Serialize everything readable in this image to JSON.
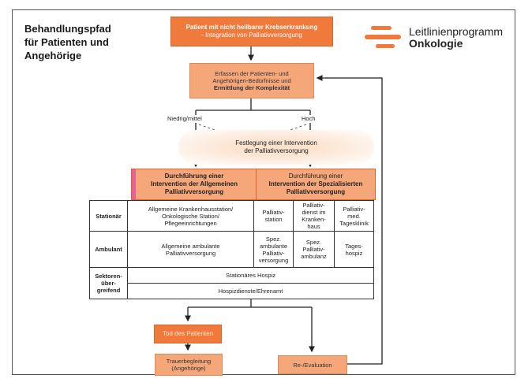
{
  "header": {
    "title": "Behandlungspfad\nfür Patienten und\nAngehörige",
    "brand_line1": "Leitlinienprogramm",
    "brand_line2": "Onkologie",
    "brand_color": "#f07a3c"
  },
  "flow": {
    "top_box_line1": "Patient mit nicht heilbarer Krebserkrankung",
    "top_box_line2": "- Integration von Palliativversorgung",
    "assess_line1": "Erfassen der Patienten- und",
    "assess_line2": "Angehörigen-Bedürfnisse und",
    "assess_line3": "Ermittlung der Komplexität",
    "low_label": "Niedrig/mittel",
    "high_label": "Hoch",
    "decide_line1": "Festlegung einer Intervention",
    "decide_line2": "der Palliativversorgung",
    "general_line1": "Durchführung einer",
    "general_line2": "Intervention der Allgemeinen",
    "general_line3": "Palliativversorgung",
    "special_line1": "Durchführung einer",
    "special_line2": "Intervention der Spezialisierten",
    "special_line3": "Palliativversorgung",
    "death_box": "Tod des Patienten",
    "grief_line1": "Trauerbegleitung",
    "grief_line2": "(Angehörige)",
    "reeval": "Re-/Evaluation"
  },
  "table": {
    "row_stationaer": "Stationär",
    "row_ambulant": "Ambulant",
    "row_sektor": "Sektoren-\nüber-\ngreifend",
    "stat_general": "Allgemeine Krankenhausstation/\nOnkologische Station/\nPflegeeinrichtungen",
    "stat_s1": "Palliativ-\nstation",
    "stat_s2": "Palliativ-\ndienst im\nKranken-\nhaus",
    "stat_s3": "Palliativ-\nmed.\nTagesklinik",
    "amb_general": "Allgemeine ambulante\nPalliativversorgung",
    "amb_s1": "Spez.\nambulante\nPalliativ-\nversorgung",
    "amb_s2": "Spez.\nPalliativ-\nambulanz",
    "amb_s3": "Tages-\nhospiz",
    "sektor_1": "Stationäres Hospiz",
    "sektor_2": "Hospizdienste/Ehrenamt"
  }
}
